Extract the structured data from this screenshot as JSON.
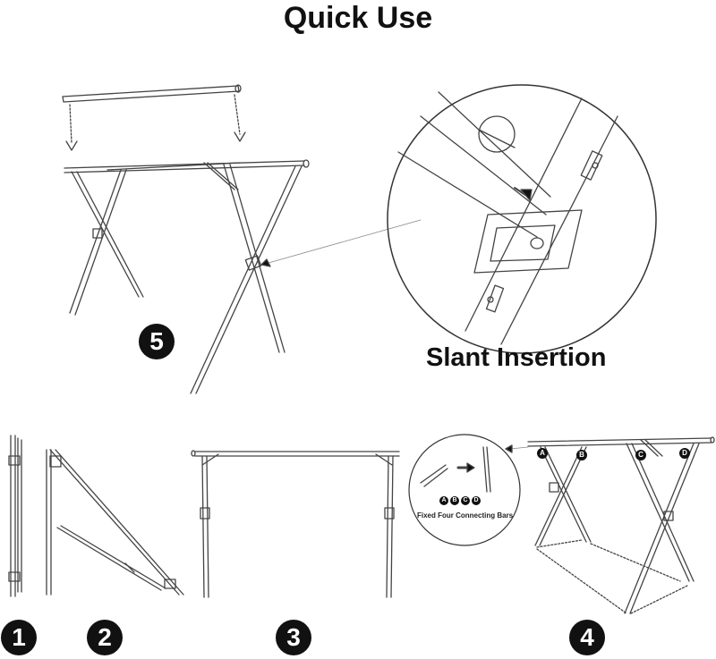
{
  "title": "Quick Use",
  "step5_caption": "Slant Insertion",
  "steps": [
    "1",
    "2",
    "3",
    "4",
    "5"
  ],
  "inset_labels": [
    "A",
    "B",
    "C",
    "D"
  ],
  "inset_caption": "Fixed Four Connecting Bars",
  "bar_labels": [
    "A",
    "B",
    "C",
    "D"
  ]
}
